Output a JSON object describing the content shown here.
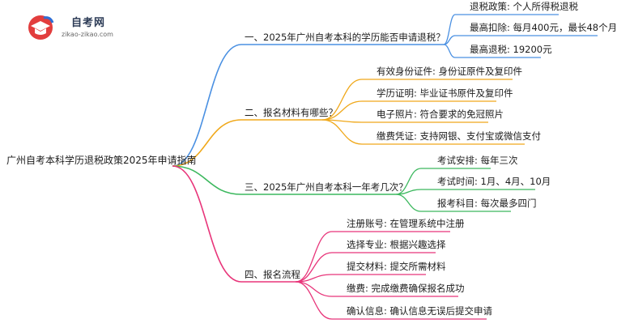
{
  "logo": {
    "title": "自考网",
    "subtitle": "zikao-zikao.com"
  },
  "root": "广州自考本科学历退税政策2025年申请指南",
  "branches": [
    {
      "label": "一、2025年广州自考本科的学历能否申请退税？",
      "color": "#4a90e2",
      "leaves": [
        "退税政策: 个人所得税退税",
        "最高扣除: 每月400元，最长48个月",
        "最高退税: 19200元"
      ]
    },
    {
      "label": "二、报名材料有哪些？",
      "color": "#f0a81a",
      "leaves": [
        "有效身份证件: 身份证原件及复印件",
        "学历证明: 毕业证书原件及复印件",
        "电子照片: 符合要求的免冠照片",
        "缴费凭证: 支持网银、支付宝或微信支付"
      ]
    },
    {
      "label": "三、2025年广州自考本科一年考几次？",
      "color": "#3cb85e",
      "leaves": [
        "考试安排: 每年三次",
        "考试时间: 1月、4月、10月",
        "报考科目: 每次最多四门"
      ]
    },
    {
      "label": "四、报名流程",
      "color": "#e8357a",
      "leaves": [
        "注册账号: 在管理系统中注册",
        "选择专业: 根据兴趣选择",
        "提交材料: 提交所需材料",
        "缴费: 完成缴费确保报名成功",
        "确认信息: 确认信息无误后提交申请"
      ]
    }
  ]
}
